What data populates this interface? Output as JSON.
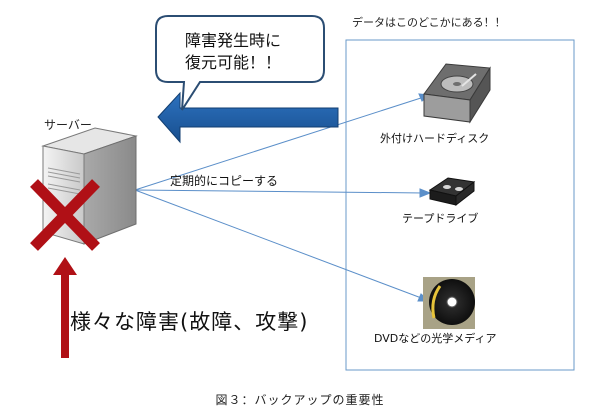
{
  "speech_bubble": {
    "line1": "障害発生時に",
    "line2": "復元可能！！"
  },
  "server": {
    "label": "サーバー",
    "icon": "server-icon",
    "status_icon": "failure-x-icon"
  },
  "backup_action": {
    "label": "定期的にコピーする"
  },
  "storage_area": {
    "title": "データはこのどこかにある！！",
    "media": [
      {
        "label": "外付けハードディスク",
        "icon": "hard-disk-icon"
      },
      {
        "label": "テープドライブ",
        "icon": "tape-cartridge-icon"
      },
      {
        "label": "DVDなどの光学メディア",
        "icon": "optical-disc-icon"
      }
    ]
  },
  "failure": {
    "caption": "様々な障害(故障、攻撃)"
  },
  "figure": {
    "caption": "図３：バックアップの重要性"
  },
  "colors": {
    "restore_arrow": "#1f5fa6",
    "failure_red": "#b01016",
    "connector_line": "#5b8fc9",
    "area_border": "#6a9ac8",
    "bubble_border": "#2b4d73"
  }
}
